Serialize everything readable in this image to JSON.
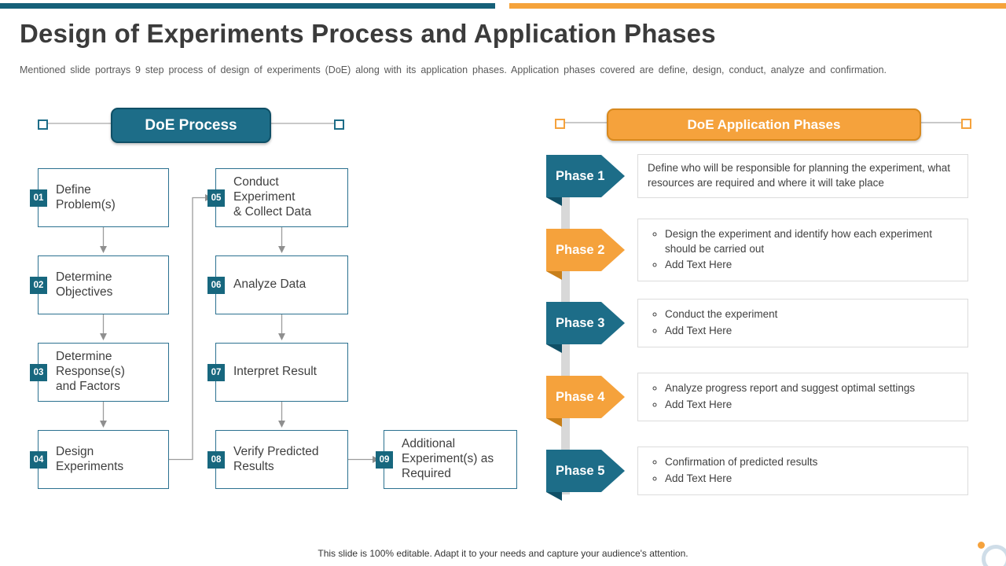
{
  "slide": {
    "title": "Design of Experiments Process and Application Phases",
    "subtitle": "Mentioned slide portrays 9 step process of design of experiments (DoE) along with its application phases. Application phases covered are define, design, conduct, analyze and confirmation.",
    "footer": "This slide is 100% editable. Adapt it to your needs and capture your audience's attention."
  },
  "process": {
    "header": "DoE Process",
    "steps": [
      {
        "num": "01",
        "label": "Define\nProblem(s)"
      },
      {
        "num": "02",
        "label": "Determine\nObjectives"
      },
      {
        "num": "03",
        "label": "Determine\nResponse(s)\nand Factors"
      },
      {
        "num": "04",
        "label": "Design\nExperiments"
      },
      {
        "num": "05",
        "label": "Conduct Experiment\n& Collect Data"
      },
      {
        "num": "06",
        "label": "Analyze Data"
      },
      {
        "num": "07",
        "label": "Interpret Result"
      },
      {
        "num": "08",
        "label": "Verify Predicted\nResults"
      },
      {
        "num": "09",
        "label": "Additional\nExperiment(s) as\nRequired"
      }
    ]
  },
  "phases": {
    "header": "DoE Application Phases",
    "items": [
      {
        "label": "Phase 1",
        "color": "teal",
        "text": "Define who will be responsible for planning the experiment, what resources are required and where it will take place"
      },
      {
        "label": "Phase 2",
        "color": "orange",
        "bullets": [
          "Design the experiment and identify how each experiment should be carried out",
          "Add Text Here"
        ]
      },
      {
        "label": "Phase 3",
        "color": "teal",
        "bullets": [
          "Conduct the experiment",
          "Add Text Here"
        ]
      },
      {
        "label": "Phase 4",
        "color": "orange",
        "bullets": [
          "Analyze progress report and suggest optimal settings",
          "Add Text Here"
        ]
      },
      {
        "label": "Phase 5",
        "color": "teal",
        "bullets": [
          "Confirmation of predicted results",
          "Add Text Here"
        ]
      }
    ]
  },
  "colors": {
    "teal": "#1d6d88",
    "teal_dark": "#0f4f66",
    "orange": "#f5a23c",
    "orange_dark": "#c87f1a",
    "connector_gray": "#9c9c9c"
  }
}
